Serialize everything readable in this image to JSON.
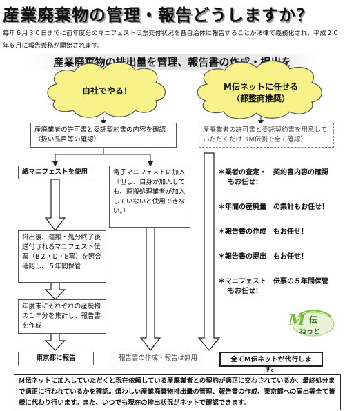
{
  "title": "産業廃棄物の管理・報告どうしますか？",
  "intro": "毎年６月３０日までに前年度分のマニフェスト伝票交付状況を各自治体に報告することが法律で義務化され、平成２０年６月に報告義務が開始されます。",
  "subheading": "産業廃棄物の排出量を管理、報告書の作成・提出を",
  "left_cloud": {
    "text": "自社でやる！"
  },
  "right_cloud": {
    "line1": "M伝ネットに任せる",
    "line2": "（都整商推奨）"
  },
  "left_flow": {
    "license_box": "産廃業者の許可書と委託契約書の内容を確認（扱い品目等の確認）",
    "paper_box": "紙マニフェストを使用",
    "electronic_box": "電子マニフェストに加入（但し、自身が加入しても、運搬処理業者が加入していないと使用できない。）",
    "after_discharge_box": "排出後、運搬・処分終了後送付されるマニフェスト伝票（B２・D・E票）を照合確認し、５年間保管",
    "year_end_box": "年度末にそれぞれの産廃物の１年分を集計し、報告書を作成",
    "report_tokyo_box": "東京都に報告",
    "report_unneeded_box": "報告書の作成・報告は無用"
  },
  "right_flow": {
    "license_box": "産廃業者の許可書と委託契約書を用意していただくだけ（M伝側で全て確認）",
    "items": [
      {
        "label": "＊業者の査定・　契約書内容の確認",
        "sub": "もお任せ！"
      },
      {
        "label": "＊年間の産廃量　の集計もお任せ！",
        "sub": ""
      },
      {
        "label": "＊報告書の作成　もお任せ！",
        "sub": ""
      },
      {
        "label": "＊報告書の提出　もお任せ！",
        "sub": ""
      },
      {
        "label": "＊マニフェスト　伝票の５年間保管",
        "sub": "もお任せ！"
      }
    ],
    "final_box": "全てM伝ネットが代行します。"
  },
  "logo": {
    "mark": "M",
    "text1": "伝",
    "text2": "ねっと",
    "colors": {
      "green": "#7ab83a",
      "dark": "#2e6b1f"
    }
  },
  "bottom_note": "Ｍ伝ネットに加入していただくと現在依頼している産廃業者との契約が適正に交わされているか、最終処分まで適正に行われているかを確認。煩わしい産業廃棄物排出量の管理、報告書の作成、東京都への届出等全て皆様に代わり行います。また、いつでも現在の排出状況がネットで確認できます。",
  "colors": {
    "cloud_fill": "#f7f38a",
    "cloud_stroke": "#555555"
  }
}
